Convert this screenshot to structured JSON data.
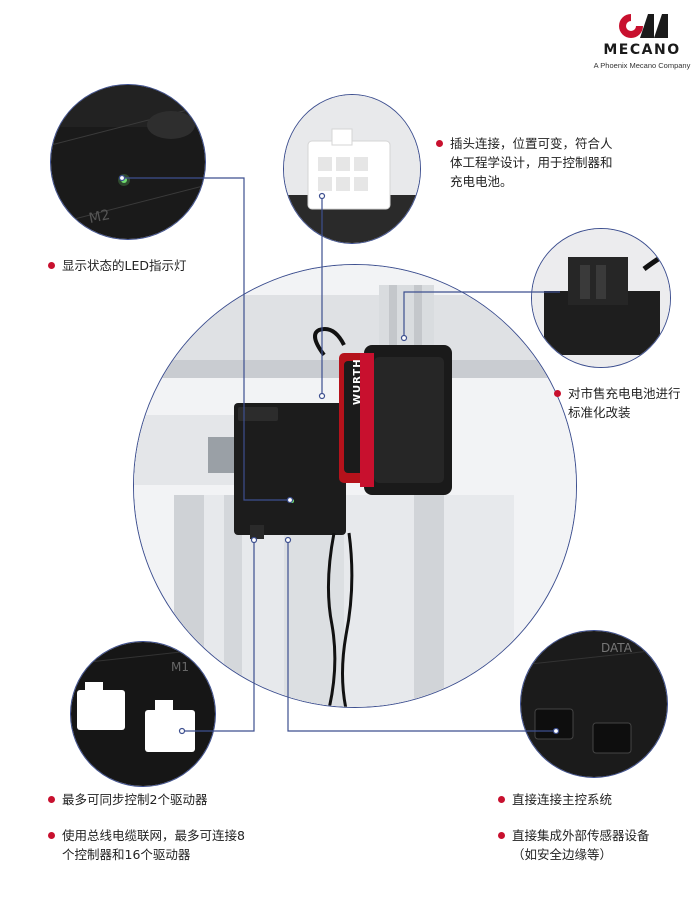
{
  "brand": {
    "name": "MECANO",
    "tagline": "A Phoenix Mecano Company",
    "mark_color": "#c8102e"
  },
  "callouts": {
    "connector": "插头连接，位置可变，符合人体工程学设计，用于控制器和充电电池。",
    "led": "显示状态的LED指示灯",
    "battery": "对市售充电电池进行标准化改装",
    "sync": "最多可同步控制2个驱动器",
    "bus": "使用总线电缆联网，最多可连接8个控制器和16个驱动器",
    "direct": "直接连接主控系统",
    "sensors": "直接集成外部传感器设备（如安全边缘等）"
  },
  "product_labels": {
    "m2": "M2",
    "m1": "M1",
    "data": "DATA",
    "battery_brand": "WURTH"
  },
  "colors": {
    "accent_red": "#c8102e",
    "leader_blue": "#3d4f8f",
    "device_black": "#1c1c1c"
  }
}
